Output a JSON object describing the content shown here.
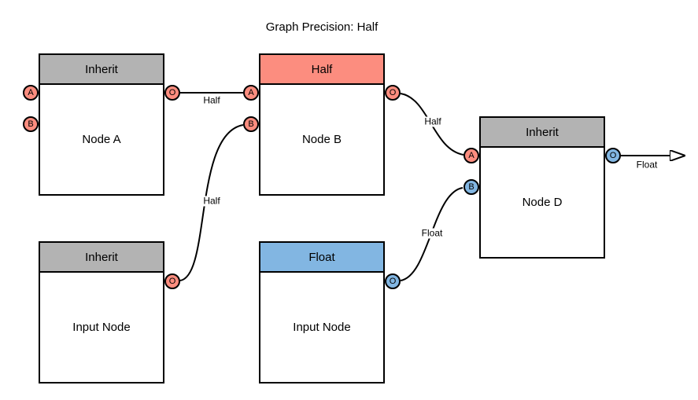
{
  "title": "Graph Precision: Half",
  "colors": {
    "inherit": "#B3B3B3",
    "half": "#FC8D7F",
    "float": "#82B6E2",
    "stroke": "#000000",
    "canvas": "#FFFFFF"
  },
  "nodes": {
    "node_a": {
      "header": "Inherit",
      "label": "Node A",
      "ports": {
        "a": "A",
        "b": "B",
        "o": "O"
      }
    },
    "node_b": {
      "header": "Half",
      "label": "Node B",
      "ports": {
        "a": "A",
        "b": "B",
        "o": "O"
      }
    },
    "node_d": {
      "header": "Inherit",
      "label": "Node D",
      "ports": {
        "a": "A",
        "b": "B",
        "o": "O"
      }
    },
    "input_left": {
      "header": "Inherit",
      "label": "Input Node",
      "ports": {
        "o": "O"
      }
    },
    "input_float": {
      "header": "Float",
      "label": "Input Node",
      "ports": {
        "o": "O"
      }
    }
  },
  "edges": {
    "a_out_to_b_a": {
      "label": "Half"
    },
    "input_to_b_b": {
      "label": "Half"
    },
    "b_out_to_d_a": {
      "label": "Half"
    },
    "float_in_to_d_b": {
      "label": "Float"
    },
    "d_out_arrow": {
      "label": "Float"
    }
  }
}
